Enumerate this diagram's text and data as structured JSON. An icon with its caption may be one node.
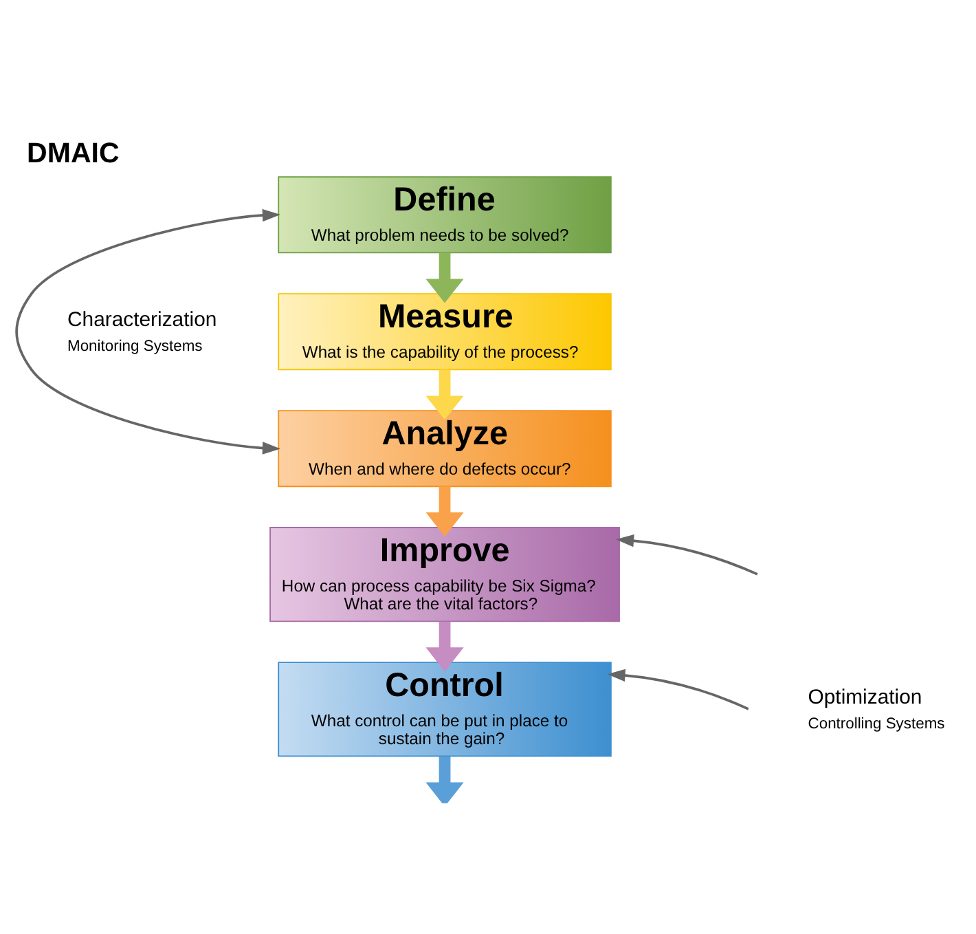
{
  "diagram": {
    "title": "DMAIC",
    "nodes": [
      {
        "text": [
          "Define",
          "What problem needs to be solved?"
        ]
      },
      {
        "text": [
          "Measure",
          "What is the capability of the process?"
        ]
      },
      {
        "text": [
          "Analyze",
          "When and where do defects occur?"
        ]
      },
      {
        "text": [
          "Improve",
          "How can process capability be Six Sigma? What are the vital factors?"
        ]
      },
      {
        "text": [
          "Control",
          "What control can be put in place to sustain the gain?"
        ]
      }
    ],
    "edges": [
      {
        "from": 0,
        "to": 1,
        "arrow": "to",
        "color": "#8db65a"
      },
      {
        "from": 1,
        "to": 2,
        "arrow": "to",
        "color": "#fcd84a"
      },
      {
        "from": 2,
        "to": 3,
        "arrow": "to",
        "color": "#f9a24a"
      },
      {
        "from": 3,
        "to": 4,
        "arrow": "to",
        "color": "#c58dc2"
      },
      {
        "from": 0,
        "to": 2,
        "arrow": "both"
      },
      {
        "from": null,
        "to": 3,
        "arrow": "to"
      },
      {
        "from": null,
        "to": 4,
        "arrow": "to"
      },
      {
        "from": 4,
        "to": null,
        "arrow": "to",
        "color": "#5b9fd8"
      }
    ],
    "labels": [
      "Characterization",
      "Monitoring Systems",
      "Optimization",
      "Controlling Systems"
    ]
  }
}
